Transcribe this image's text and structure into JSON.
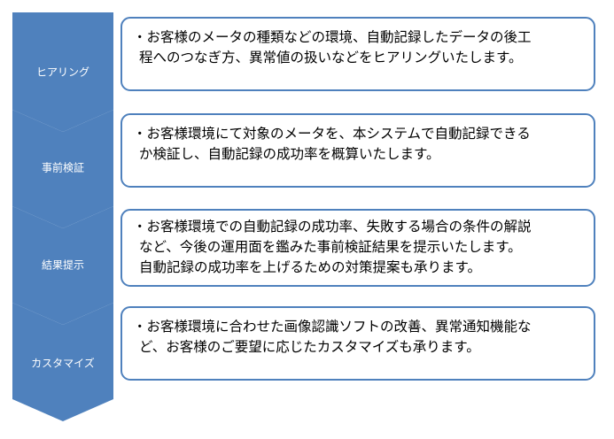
{
  "steps": [
    {
      "label": "ヒアリング",
      "lines": [
        "・お客様のメータの種類などの環境、自動記録したデータの後工",
        "程へのつなぎ方、異常値の扱いなどをヒアリングいたします。"
      ]
    },
    {
      "label": "事前検証",
      "lines": [
        "・お客様環境にて対象のメータを、本システムで自動記録できる",
        "か検証し、自動記録の成功率を概算いたします。"
      ]
    },
    {
      "label": "結果提示",
      "lines": [
        "・お客様環境での自動記録の成功率、失敗する場合の条件の解説",
        "など、今後の運用面を鑑みた事前検証結果を提示いたします。",
        "自動記録の成功率を上げるための対策提案も承ります。"
      ]
    },
    {
      "label": "カスタマイズ",
      "lines": [
        "・お客様環境に合わせた画像認識ソフトの改善、異常通知機能な",
        "ど、お客様のご要望に応じたカスタマイズも承ります。"
      ]
    }
  ],
  "colors": {
    "chevron_fill": "#4f81bd",
    "box_border": "#4f81bd",
    "label_text": "#ffffff",
    "body_text": "#000000"
  }
}
